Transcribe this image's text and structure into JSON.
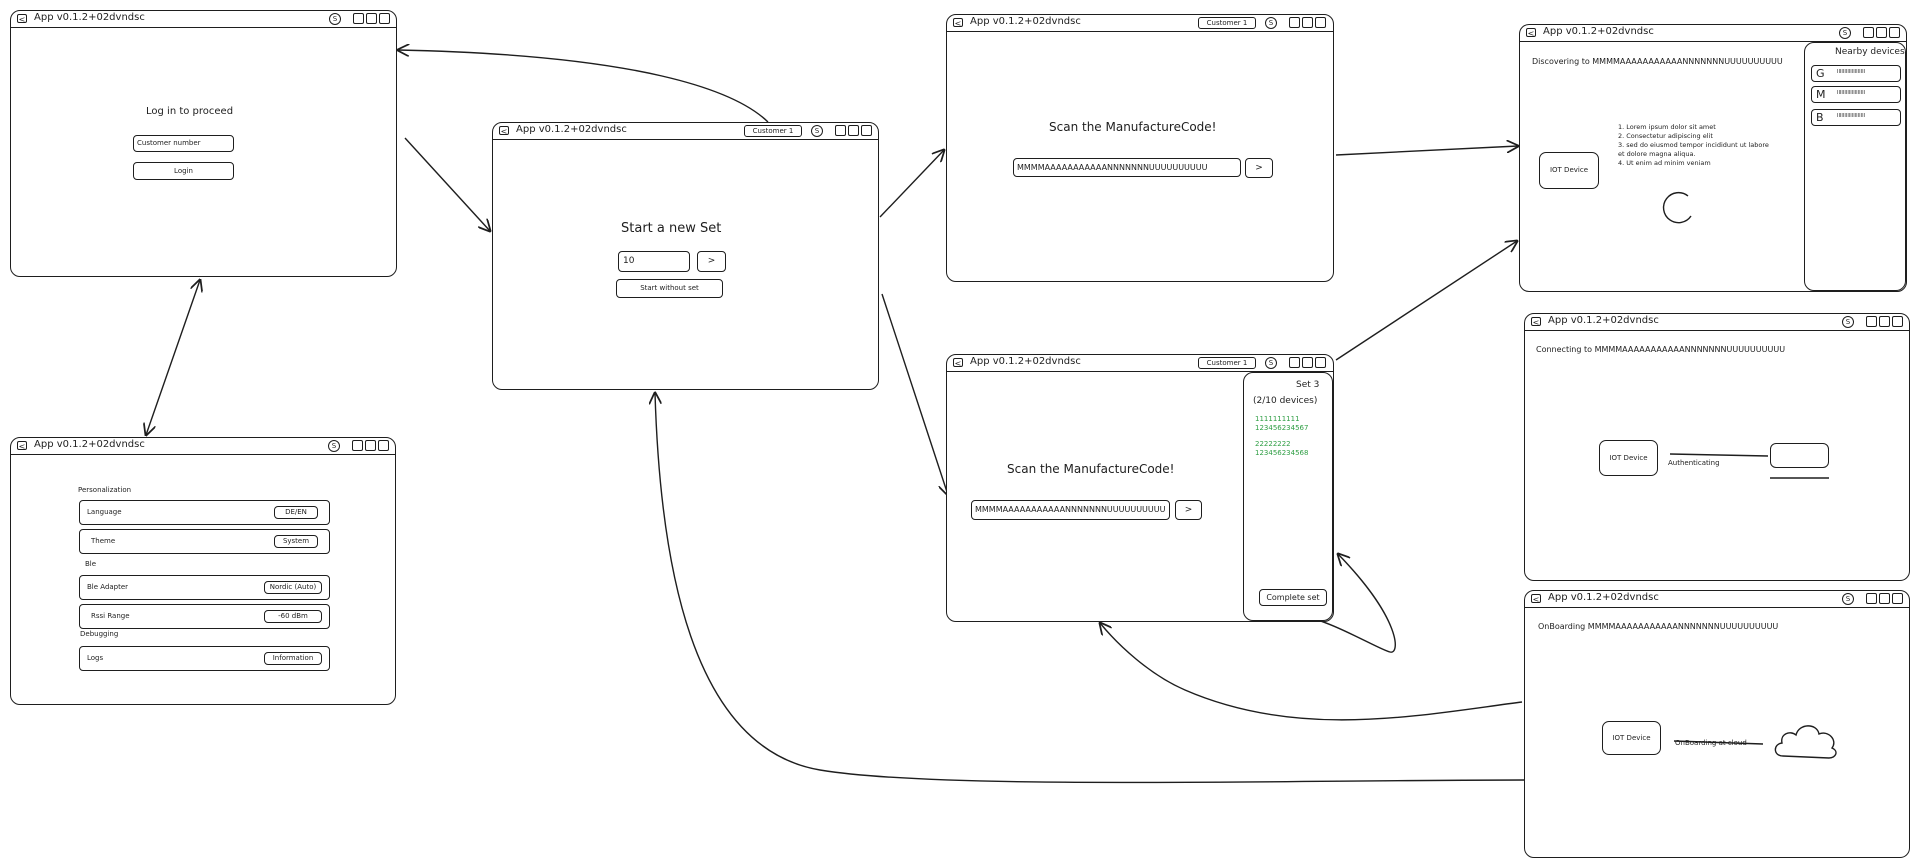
{
  "app_title": "App v0.1.2+02dvndsc",
  "customer_badge": "Customer 1",
  "circle_glyph": "S",
  "back_glyph": "<",
  "login": {
    "heading": "Log in to proceed",
    "customer_placeholder": "Customer number",
    "login_button": "Login"
  },
  "settings": {
    "section_personalization": "Personalization",
    "language_label": "Language",
    "language_value": "DE/EN",
    "theme_label": "Theme",
    "theme_value": "System",
    "section_ble": "Ble",
    "ble_adapter_label": "Ble Adapter",
    "ble_adapter_value": "Nordic (Auto)",
    "rssi_label": "Rssi Range",
    "rssi_value": "-60 dBm",
    "section_debugging": "Debugging",
    "logs_label": "Logs",
    "logs_value": "Information"
  },
  "start_set": {
    "heading": "Start a new Set",
    "input_value": "10",
    "go_button": ">",
    "without_set_button": "Start without set"
  },
  "scan_top": {
    "heading": "Scan the ManufactureCode!",
    "code_value": "MMMMAAAAAAAAAAANNNNNNNUUUUUUUUUU",
    "go_button": ">"
  },
  "scan_set": {
    "heading": "Scan the ManufactureCode!",
    "code_value": "MMMMAAAAAAAAAAANNNNNNNUUUUUUUUUU",
    "go_button": ">",
    "set_title": "Set 3",
    "set_count": "(2/10 devices)",
    "device1_line1": "1111111111",
    "device1_line2": "123456234567",
    "device2_line1": "22222222",
    "device2_line2": "123456234568",
    "complete_button": "Complete set"
  },
  "discover": {
    "heading": "Discovering to MMMMAAAAAAAAAAANNNNNNNUUUUUUUUUU",
    "iot_label": "IOT Device",
    "steps": [
      "1. Lorem ipsum dolor sit amet",
      "2. Consectetur adipiscing elit",
      "3. sed do eiusmod tempor incididunt ut labore",
      "et dolore magna aliqua.",
      "4. Ut enim ad minim veniam"
    ],
    "nearby_title": "Nearby devices",
    "nearby": [
      {
        "letter": "G",
        "id": "IIIIIIIIIIIIIIIIIII"
      },
      {
        "letter": "M",
        "id": "IIIIIIIIIIIIIIIIIII"
      },
      {
        "letter": "B",
        "id": "IIIIIIIIIIIIIIIIIII"
      }
    ]
  },
  "connect": {
    "heading": "Connecting to MMMMAAAAAAAAAAANNNNNNNUUUUUUUUUU",
    "iot_label": "IOT Device",
    "status": "Authenticating"
  },
  "onboard": {
    "heading": "OnBoarding MMMMAAAAAAAAAAANNNNNNNUUUUUUUUUU",
    "iot_label": "IOT Device",
    "status": "OnBoarding at cloud"
  },
  "colors": {
    "stroke": "#1e1e1e",
    "green": "#2f9e44",
    "background": "#ffffff"
  }
}
